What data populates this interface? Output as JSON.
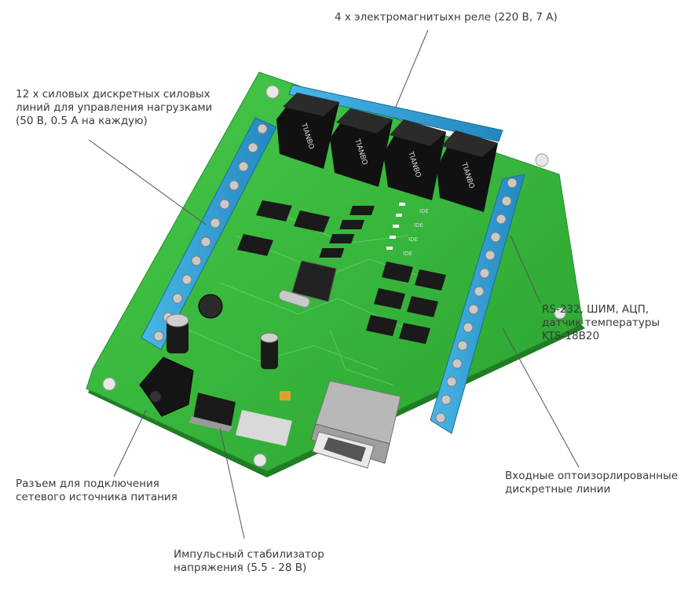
{
  "callouts": {
    "relays": "4 х электромагнитыхн реле (220 В, 7 А)",
    "power_lines": [
      "12 х силовых дискретных силовых",
      "линий для управления нагрузками",
      "(50 В, 0.5 А на каждую)"
    ],
    "rs232": [
      "RS-232, ШИМ, АЦП,",
      "датчик температуры",
      "KTS-18B20"
    ],
    "power_jack": [
      "Разъем для подключения",
      "сетевого источника питания"
    ],
    "inputs": [
      "Входные оптоизорлированные",
      "дискретные линии"
    ],
    "stabilizer": [
      "Импульсный стабилизатор",
      "напряжения (5.5 - 28 В)"
    ]
  },
  "relay_marking": "TIANBO",
  "chip_marking": "IDE",
  "colors": {
    "pcb": "#35b83a",
    "pcb_dark": "#1f8a26",
    "terminal": "#2f9fd6",
    "relay": "#151515",
    "leader_line": "#555555"
  }
}
